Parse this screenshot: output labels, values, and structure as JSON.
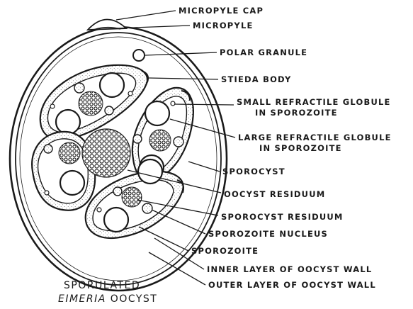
{
  "labels": {
    "micropyle_cap": "MICROPYLE CAP",
    "micropyle": "MICROPYLE",
    "polar_granule": "POLAR GRANULE",
    "stieda_body": "STIEDA BODY",
    "small_globule_1": "SMALL REFRACTILE GLOBULE",
    "small_globule_2": "IN SPOROZOITE",
    "large_globule_1": "LARGE REFRACTILE GLOBULE",
    "large_globule_2": "IN SPOROZOITE",
    "sporocyst": "SPOROCYST",
    "oocyst_residuum": "OOCYST RESIDUUM",
    "sporocyst_residuum": "SPOROCYST RESIDUUM",
    "sporozoite_nucleus": "SPOROZOITE NUCLEUS",
    "sporozoite": "SPOROZOITE",
    "inner_layer": "INNER LAYER OF OOCYST WALL",
    "outer_layer": "OUTER LAYER OF OOCYST WALL"
  },
  "caption": {
    "line1": "SPORULATED",
    "line2_italic": "EIMERIA",
    "line2_rest": " OOCYST"
  },
  "colors": {
    "ink": "#1a1a1a",
    "background": "#ffffff"
  }
}
